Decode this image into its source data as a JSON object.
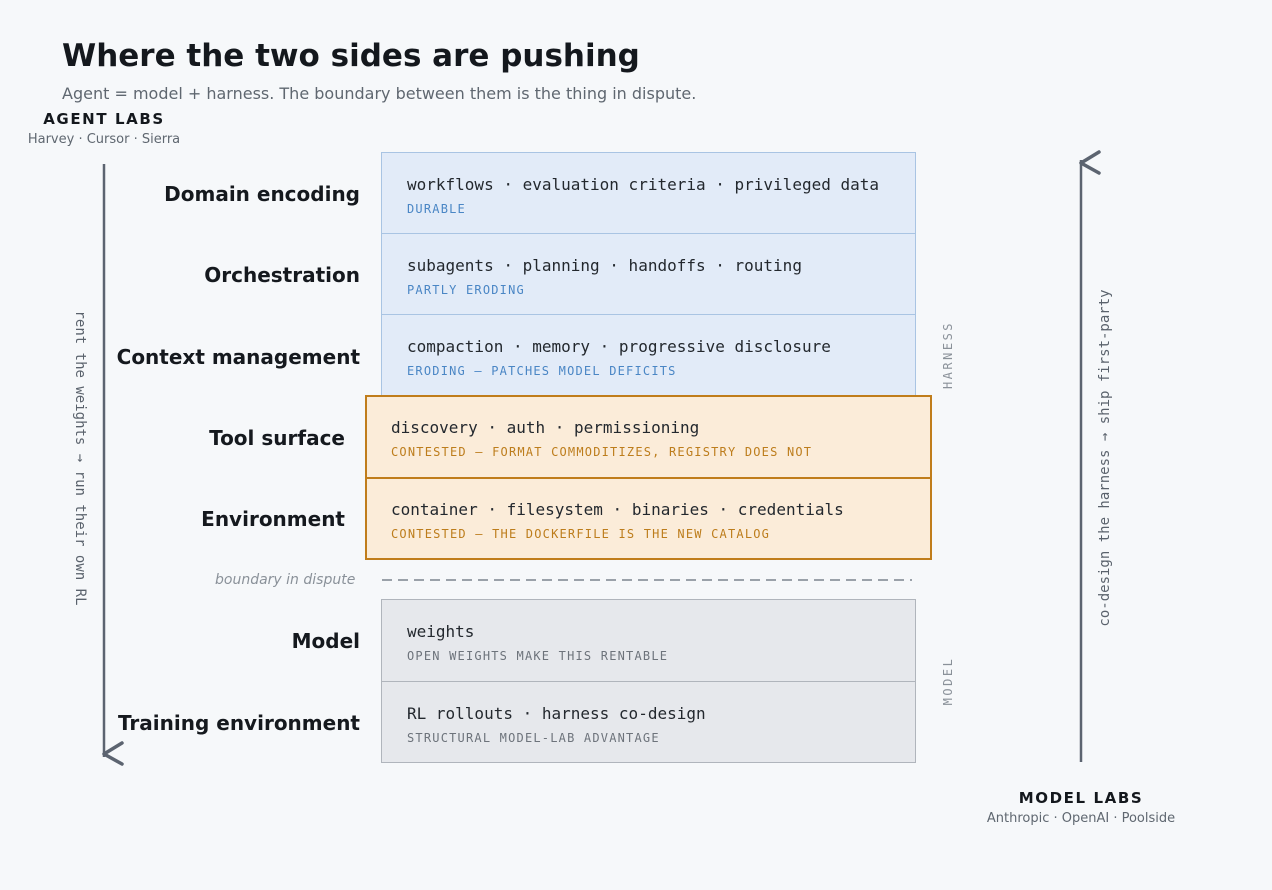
{
  "title": "Where the two sides are pushing",
  "subtitle": "Agent = model + harness. The boundary between them is the thing in dispute.",
  "agent_labs": {
    "title": "AGENT LABS",
    "members": "Harvey · Cursor · Sierra",
    "arrow_label": "rent the weights → run their own RL"
  },
  "model_labs": {
    "title": "MODEL LABS",
    "members": "Anthropic · OpenAI · Poolside",
    "arrow_label": "co-design the harness → ship first-party"
  },
  "group_labels": {
    "harness": "HARNESS",
    "model": "MODEL"
  },
  "boundary_label": "boundary in dispute",
  "layers": [
    {
      "name": "Domain encoding",
      "items": "workflows · evaluation criteria · privileged data",
      "status": "DURABLE",
      "kind": "harness"
    },
    {
      "name": "Orchestration",
      "items": "subagents · planning · handoffs · routing",
      "status": "PARTLY ERODING",
      "kind": "harness"
    },
    {
      "name": "Context management",
      "items": "compaction · memory · progressive disclosure",
      "status": "ERODING — PATCHES MODEL DEFICITS",
      "kind": "harness"
    },
    {
      "name": "Tool surface",
      "items": "discovery · auth · permissioning",
      "status": "CONTESTED — FORMAT COMMODITIZES, REGISTRY DOES NOT",
      "kind": "contested"
    },
    {
      "name": "Environment",
      "items": "container · filesystem · binaries · credentials",
      "status": "CONTESTED — THE DOCKERFILE IS THE NEW CATALOG",
      "kind": "contested"
    },
    {
      "name": "Model",
      "items": "weights",
      "status": "OPEN WEIGHTS MAKE THIS RENTABLE",
      "kind": "model"
    },
    {
      "name": "Training environment",
      "items": "RL rollouts · harness co-design",
      "status": "STRUCTURAL MODEL-LAB ADVANTAGE",
      "kind": "model"
    }
  ],
  "colors": {
    "harness_fill": "#e2ebf8",
    "contested_fill": "#fbecd9",
    "contested_border": "#c07d1b",
    "model_fill": "#e6e8ec",
    "arrow": "#5c6470"
  }
}
